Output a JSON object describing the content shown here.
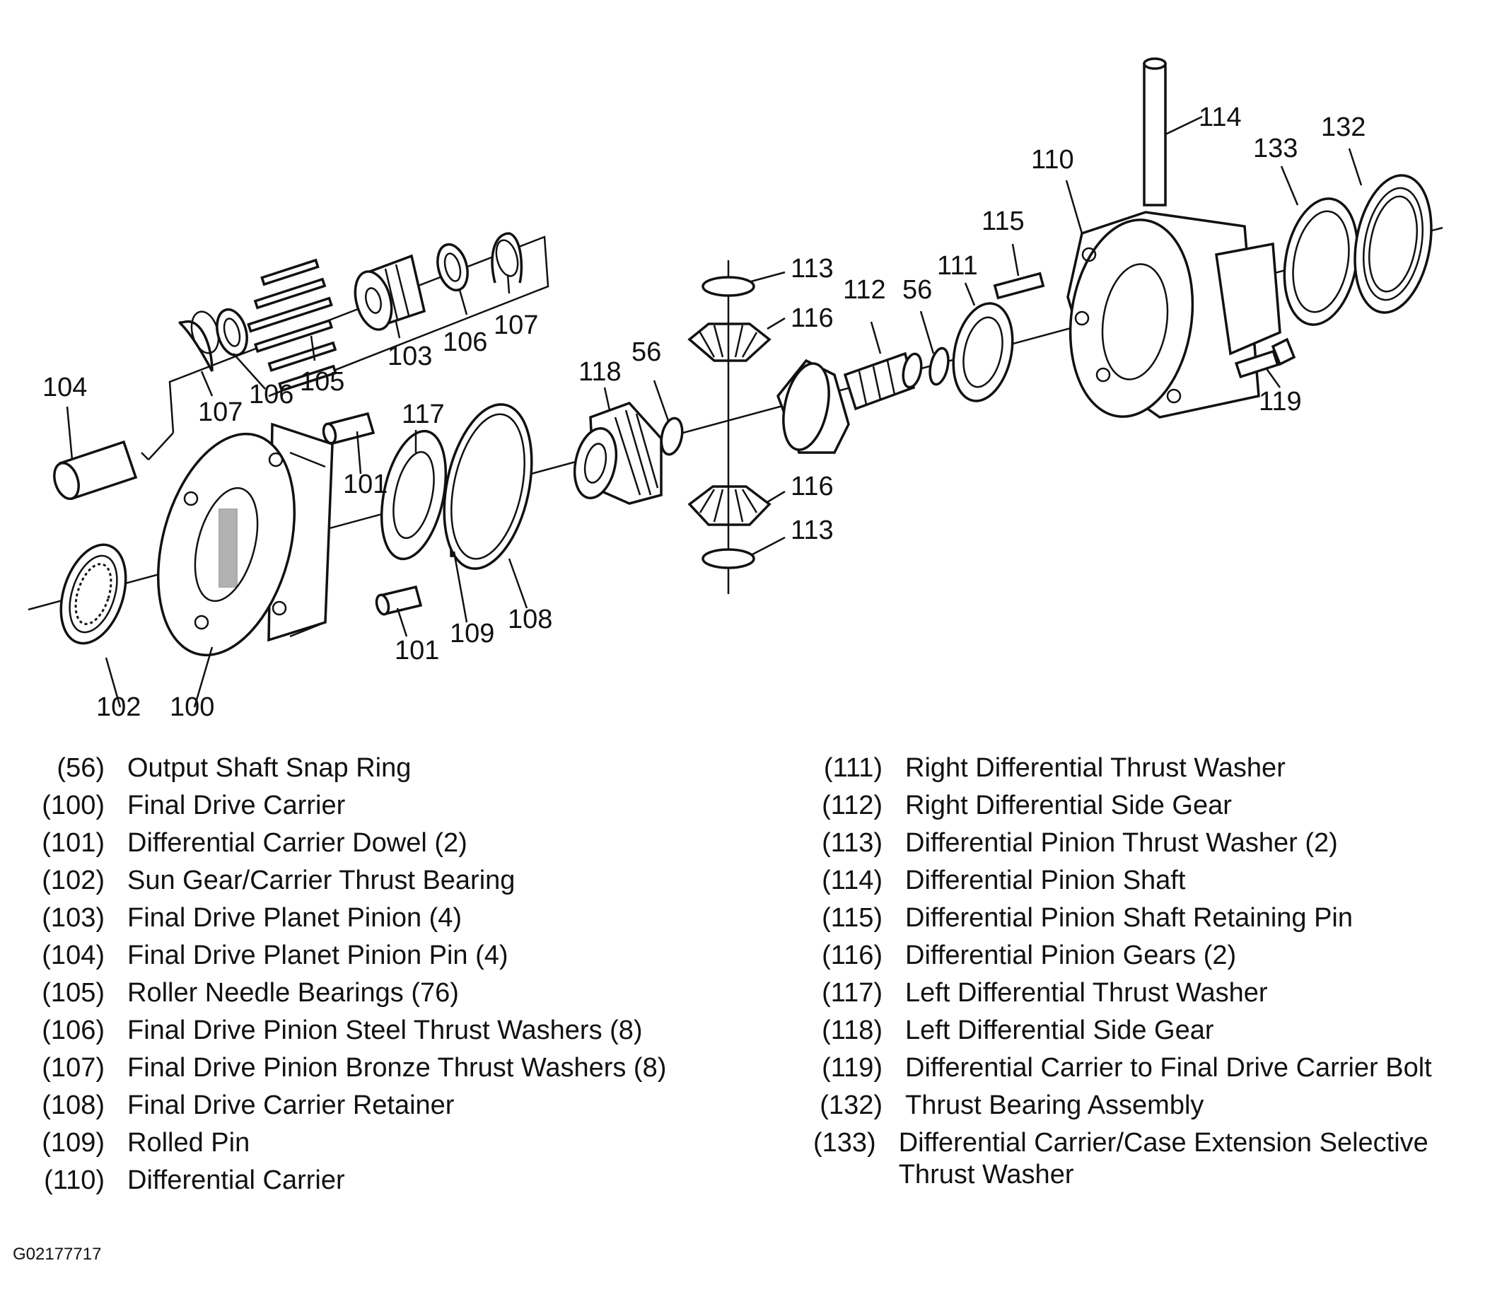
{
  "callouts": {
    "c56a": "56",
    "c56b": "56",
    "c100": "100",
    "c101a": "101",
    "c101b": "101",
    "c102": "102",
    "c103": "103",
    "c104": "104",
    "c105": "105",
    "c106a": "106",
    "c106b": "106",
    "c107a": "107",
    "c107b": "107",
    "c108": "108",
    "c109": "109",
    "c110": "110",
    "c111": "111",
    "c112": "112",
    "c113a": "113",
    "c113b": "113",
    "c114": "114",
    "c115": "115",
    "c116a": "116",
    "c116b": "116",
    "c117": "117",
    "c118": "118",
    "c119": "119",
    "c132": "132",
    "c133": "133"
  },
  "legend_left": [
    {
      "num": "(56)",
      "text": "Output Shaft Snap Ring"
    },
    {
      "num": "(100)",
      "text": "Final Drive Carrier"
    },
    {
      "num": "(101)",
      "text": "Differential Carrier Dowel (2)"
    },
    {
      "num": "(102)",
      "text": "Sun Gear/Carrier Thrust Bearing"
    },
    {
      "num": "(103)",
      "text": "Final Drive Planet Pinion (4)"
    },
    {
      "num": "(104)",
      "text": "Final Drive Planet Pinion Pin (4)"
    },
    {
      "num": "(105)",
      "text": "Roller Needle Bearings (76)"
    },
    {
      "num": "(106)",
      "text": "Final Drive Pinion Steel Thrust Washers (8)"
    },
    {
      "num": "(107)",
      "text": "Final Drive Pinion Bronze Thrust Washers (8)"
    },
    {
      "num": "(108)",
      "text": "Final Drive Carrier Retainer"
    },
    {
      "num": "(109)",
      "text": "Rolled Pin"
    },
    {
      "num": "(110)",
      "text": "Differential Carrier"
    }
  ],
  "legend_right": [
    {
      "num": "(111)",
      "text": "Right Differential Thrust Washer"
    },
    {
      "num": "(112)",
      "text": "Right Differential Side Gear"
    },
    {
      "num": "(113)",
      "text": "Differential Pinion Thrust Washer (2)"
    },
    {
      "num": "(114)",
      "text": "Differential Pinion Shaft"
    },
    {
      "num": "(115)",
      "text": "Differential Pinion Shaft Retaining Pin"
    },
    {
      "num": "(116)",
      "text": "Differential Pinion Gears (2)"
    },
    {
      "num": "(117)",
      "text": "Left Differential Thrust Washer"
    },
    {
      "num": "(118)",
      "text": "Left Differential Side Gear"
    },
    {
      "num": "(119)",
      "text": "Differential Carrier to Final Drive Carrier Bolt"
    },
    {
      "num": "(132)",
      "text": "Thrust Bearing Assembly"
    },
    {
      "num": "(133)",
      "text": "Differential Carrier/Case Extension Selective Thrust Washer"
    }
  ],
  "figure_id": "G02177717"
}
